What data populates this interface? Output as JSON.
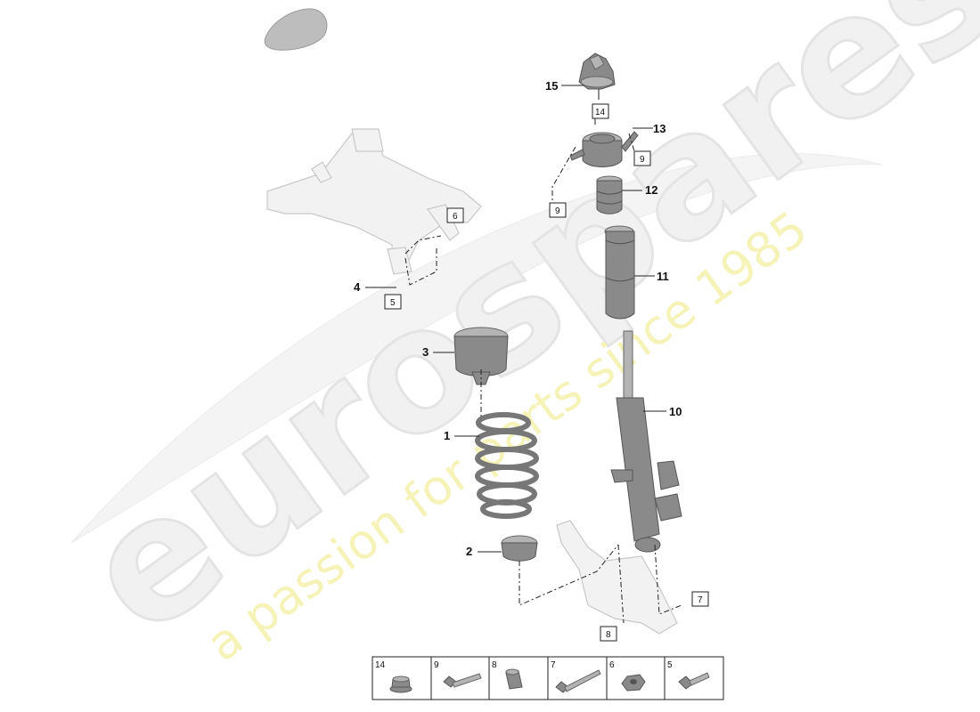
{
  "watermark": {
    "brand": "eurospares",
    "tagline": "a passion for parts since 1985"
  },
  "callouts": [
    {
      "id": "c1",
      "number": "1"
    },
    {
      "id": "c2",
      "number": "2"
    },
    {
      "id": "c3",
      "number": "3"
    },
    {
      "id": "c4",
      "number": "4"
    },
    {
      "id": "c10",
      "number": "10"
    },
    {
      "id": "c11",
      "number": "11"
    },
    {
      "id": "c12",
      "number": "12"
    },
    {
      "id": "c13",
      "number": "13"
    },
    {
      "id": "c15",
      "number": "15"
    }
  ],
  "boxed_refs": [
    {
      "id": "b14",
      "number": "14"
    },
    {
      "id": "b9a",
      "number": "9"
    },
    {
      "id": "b9b",
      "number": "9"
    },
    {
      "id": "b6",
      "number": "6"
    },
    {
      "id": "b5",
      "number": "5"
    },
    {
      "id": "b7",
      "number": "7"
    },
    {
      "id": "b8",
      "number": "8"
    }
  ],
  "legend": {
    "cells": [
      {
        "number": "14",
        "icon": "flange-nut-icon"
      },
      {
        "number": "9",
        "icon": "flange-bolt-icon"
      },
      {
        "number": "8",
        "icon": "bushing-nut-icon"
      },
      {
        "number": "7",
        "icon": "long-bolt-icon"
      },
      {
        "number": "6",
        "icon": "hex-nut-icon"
      },
      {
        "number": "5",
        "icon": "short-bolt-icon"
      }
    ]
  }
}
